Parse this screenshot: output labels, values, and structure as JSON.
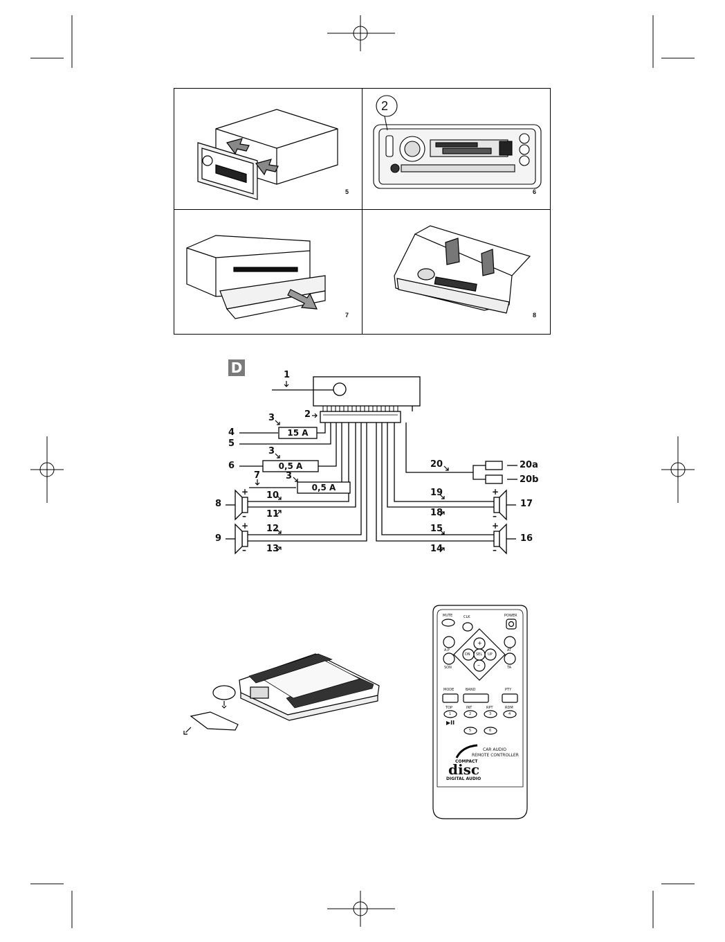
{
  "panels": [
    {
      "number": "5"
    },
    {
      "number": "6",
      "callout": "2"
    },
    {
      "number": "7"
    },
    {
      "number": "8"
    }
  ],
  "wiring": {
    "badge": "D",
    "labels": {
      "l1": "1",
      "l2": "2",
      "l3a": "3",
      "l3b": "3",
      "l3c": "3",
      "l4": "4",
      "l5": "5",
      "l6": "6",
      "l7": "7",
      "l8": "8",
      "l9": "9",
      "l10": "10",
      "l11": "11",
      "l12": "12",
      "l13": "13",
      "l14": "14",
      "l15": "15",
      "l16": "16",
      "l17": "17",
      "l18": "18",
      "l19": "19",
      "l20": "20",
      "l20a": "20a",
      "l20b": "20b"
    },
    "fuses": {
      "f1": "15 A",
      "f2": "0,5 A",
      "f3": "0,5 A"
    }
  },
  "remote": {
    "buttons": {
      "mute": "MUTE",
      "clk": "CLK",
      "power": "POWER",
      "ap": "A.P",
      "at": "AT",
      "son": "SON",
      "ta": "TA",
      "dn": "DN",
      "up": "UP",
      "sel": "SEL",
      "plus": "+",
      "minus": "–",
      "mode": "MODE",
      "band": "BAND",
      "pty": "PTY",
      "top": "TOP",
      "int": "INT",
      "rpt": "RPT",
      "rdm": "RDM",
      "n1": "1",
      "n2": "2",
      "n3": "3",
      "n4": "4",
      "n5": "5",
      "n6": "6",
      "play": "▶II"
    },
    "brand_line1": "CAR AUDIO",
    "brand_line2": "REMOTE CONTROLLER",
    "logo_top": "COMPACT",
    "logo_main": "disc",
    "logo_bottom": "DIGITAL AUDIO"
  }
}
